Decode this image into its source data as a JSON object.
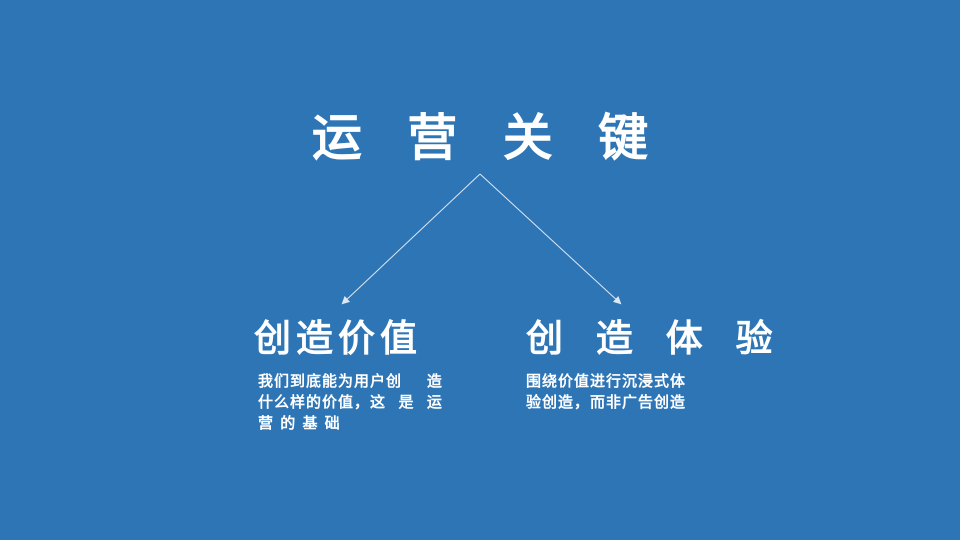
{
  "title": "运 营 关 键",
  "colors": {
    "background": "#2e75b6",
    "text": "#ffffff",
    "arrow": "#dce9f5"
  },
  "diagram": {
    "apex": [
      480,
      174
    ],
    "arrows": [
      {
        "to": [
          343,
          303
        ]
      },
      {
        "to": [
          620,
          303
        ]
      }
    ]
  },
  "columns": [
    {
      "heading": "创造价值",
      "lines": [
        "我们到底能为用户创    造",
        "什么样的价值，这  是  运",
        "营 的 基 础"
      ]
    },
    {
      "heading": "创 造 体 验",
      "lines": [
        "围绕价值进行沉浸式体",
        "验创造，而非广告创造"
      ]
    }
  ]
}
